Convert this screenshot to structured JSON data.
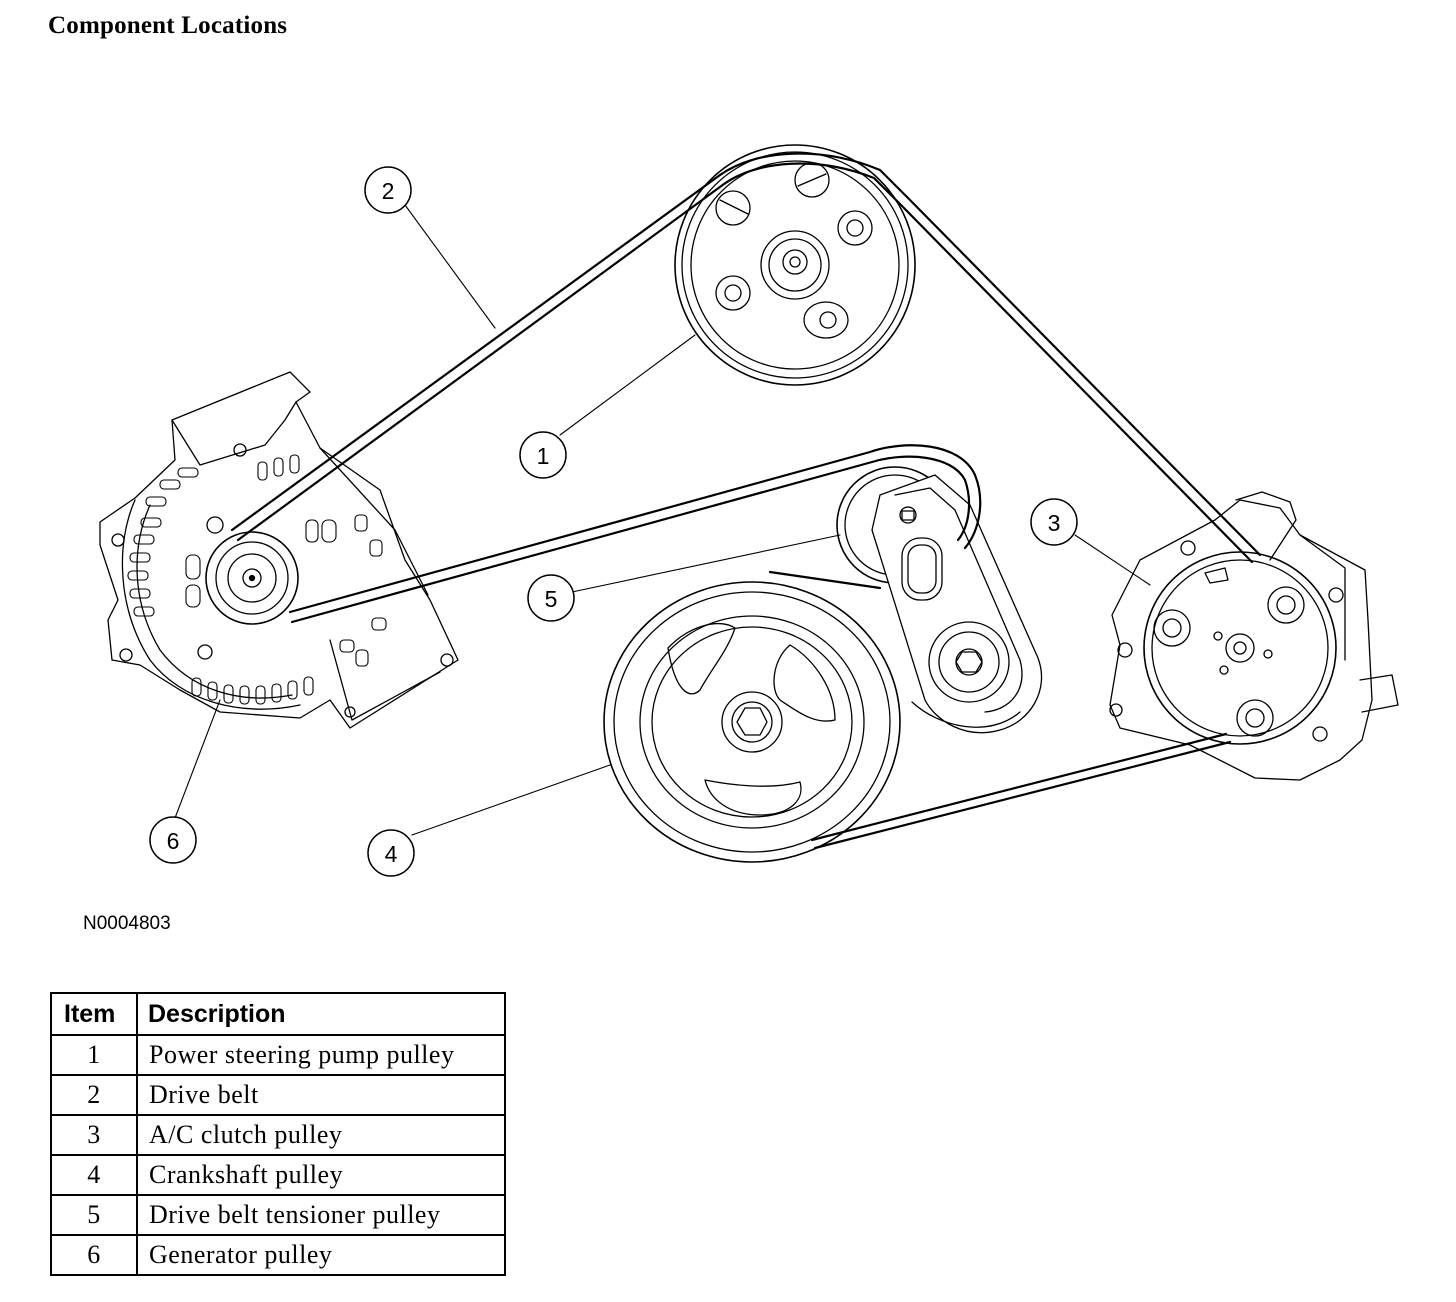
{
  "page": {
    "title": "Component Locations",
    "figure_id": "N0004803"
  },
  "callouts": [
    {
      "label": "1"
    },
    {
      "label": "2"
    },
    {
      "label": "3"
    },
    {
      "label": "4"
    },
    {
      "label": "5"
    },
    {
      "label": "6"
    }
  ],
  "table": {
    "headers": {
      "item": "Item",
      "description": "Description"
    },
    "rows": [
      {
        "item": "1",
        "description": "Power steering pump pulley"
      },
      {
        "item": "2",
        "description": "Drive belt"
      },
      {
        "item": "3",
        "description": "A/C clutch pulley"
      },
      {
        "item": "4",
        "description": "Crankshaft pulley"
      },
      {
        "item": "5",
        "description": "Drive belt tensioner pulley"
      },
      {
        "item": "6",
        "description": "Generator pulley"
      }
    ]
  }
}
